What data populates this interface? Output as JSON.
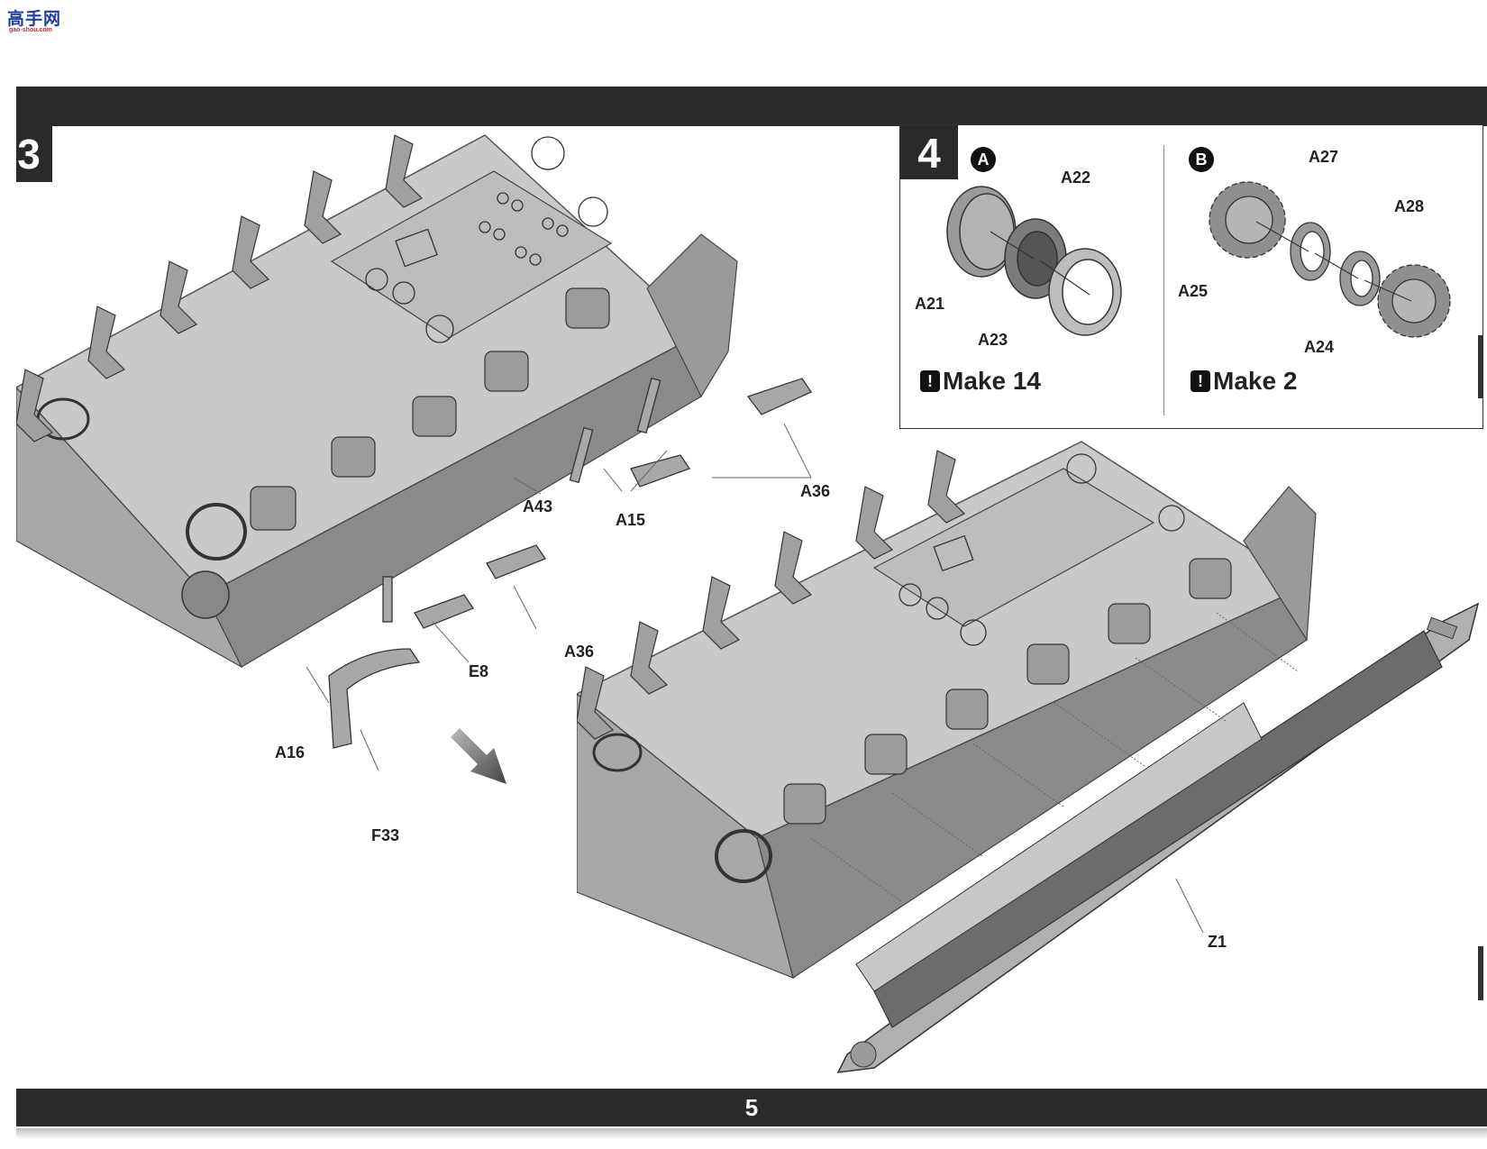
{
  "watermark": {
    "site_cn": "高手网",
    "site_url": "gao-shou.com"
  },
  "page_number": "5",
  "step3": {
    "number": "3",
    "parts": [
      "A43",
      "A15",
      "A36",
      "A36",
      "E8",
      "A16",
      "F33",
      "Z1"
    ]
  },
  "step4": {
    "number": "4",
    "sub_a": {
      "badge": "A",
      "parts": [
        "A22",
        "A21",
        "A23"
      ],
      "make_label": "Make 14"
    },
    "sub_b": {
      "badge": "B",
      "parts": [
        "A27",
        "A28",
        "A25",
        "A24"
      ],
      "make_label": "Make 2"
    }
  },
  "colors": {
    "bar": "#2a2a2a",
    "hull": "#b5b5b5",
    "hull_dark": "#7a7a7a",
    "hull_light": "#d8d8d8"
  }
}
